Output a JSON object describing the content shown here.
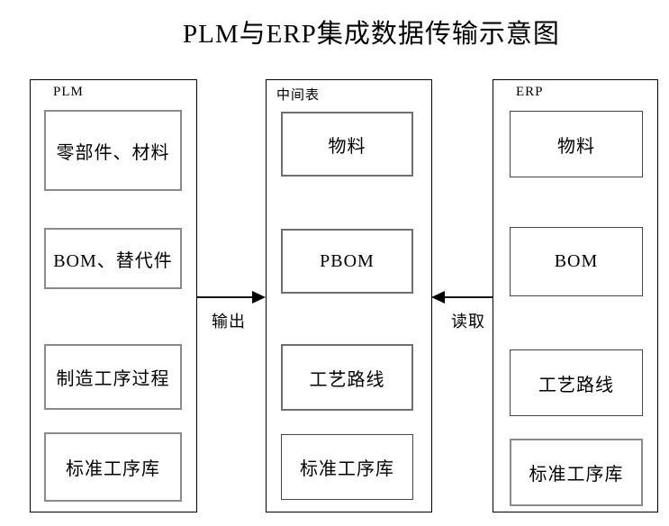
{
  "title": "PLM与ERP集成数据传输示意图",
  "colors": {
    "background": "#ffffff",
    "container_border": "#000000",
    "inner_box_border_gray": "#8a8a8a",
    "inner_box_border_dark": "#454545",
    "arrow": "#000000",
    "text": "#000000"
  },
  "columns": [
    {
      "label": "PLM",
      "boxes": [
        "零部件、材料",
        "BOM、替代件",
        "制造工序过程",
        "标准工序库"
      ]
    },
    {
      "label": "中间表",
      "boxes": [
        "物料",
        "PBOM",
        "工艺路线",
        "标准工序库"
      ]
    },
    {
      "label": "ERP",
      "boxes": [
        "物料",
        "BOM",
        "工艺路线",
        "标准工序库"
      ]
    }
  ],
  "arrows": [
    {
      "label": "输出",
      "from": "PLM",
      "to": "中间表",
      "direction": "right"
    },
    {
      "label": "读取",
      "from": "ERP",
      "to": "中间表",
      "direction": "left"
    }
  ]
}
